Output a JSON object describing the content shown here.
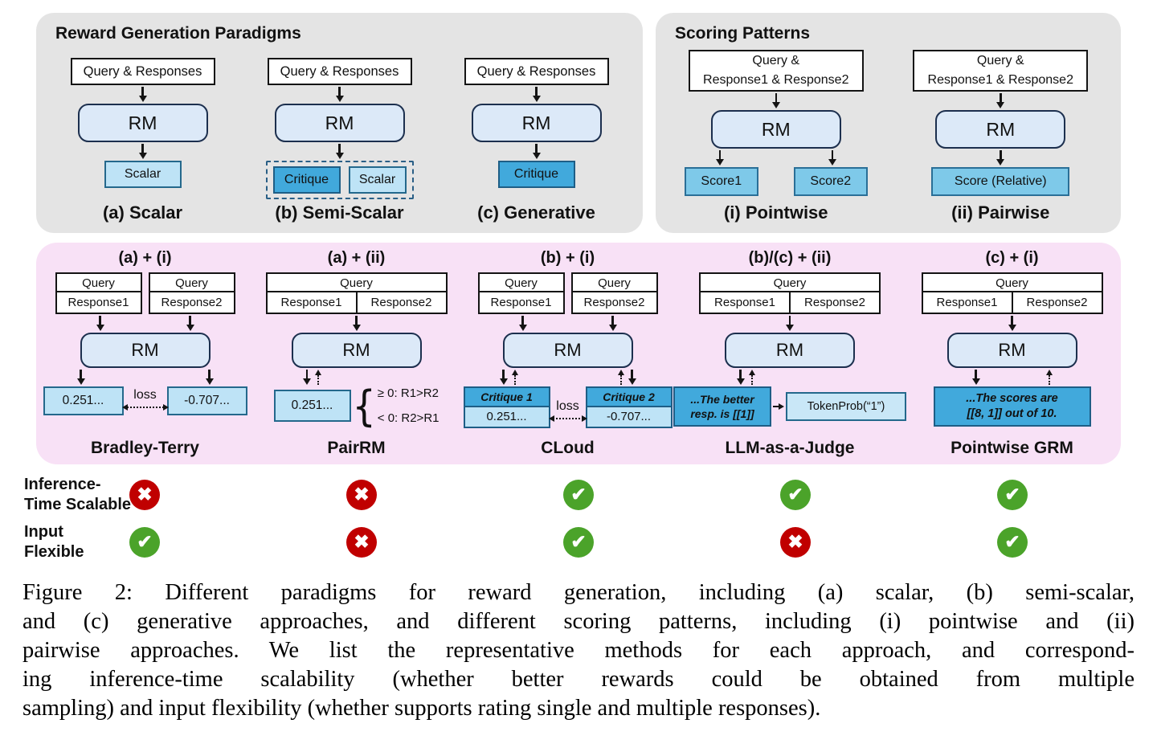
{
  "colors": {
    "panel_gray": "#E4E4E4",
    "panel_pink": "#F8E1F6",
    "rm_fill": "#DCE9F8",
    "rm_border": "#1C2F4E",
    "light_blue_fill": "#BEE3F6",
    "mid_blue_fill": "#7EC9E9",
    "dark_blue_fill": "#41A9DC",
    "blue_border": "#1E5E86",
    "check_green": "#4BA32A",
    "cross_red": "#C00000"
  },
  "paradigms_panel": {
    "title": "Reward Generation Paradigms",
    "items": [
      {
        "input": "Query & Responses",
        "model": "RM",
        "outputs": {
          "scalar": "Scalar"
        },
        "caption": "(a) Scalar"
      },
      {
        "input": "Query & Responses",
        "model": "RM",
        "outputs": {
          "critique": "Critique",
          "scalar": "Scalar"
        },
        "caption": "(b) Semi-Scalar"
      },
      {
        "input": "Query & Responses",
        "model": "RM",
        "outputs": {
          "critique": "Critique"
        },
        "caption": "(c) Generative"
      }
    ]
  },
  "scoring_panel": {
    "title": "Scoring Patterns",
    "items": [
      {
        "input_line1": "Query &",
        "input_line2": "Response1 & Response2",
        "model": "RM",
        "outputs": {
          "score1": "Score1",
          "score2": "Score2"
        },
        "caption": "(i) Pointwise"
      },
      {
        "input_line1": "Query &",
        "input_line2": "Response1 & Response2",
        "model": "RM",
        "outputs": {
          "score": "Score (Relative)"
        },
        "caption": "(ii) Pairwise"
      }
    ]
  },
  "methods_panel": {
    "items": [
      {
        "combo": "(a) + (i)",
        "name": "Bradley-Terry",
        "model": "RM",
        "inputs": {
          "left_query": "Query",
          "left_response": "Response1",
          "right_query": "Query",
          "right_response": "Response2"
        },
        "outputs": {
          "left_value": "0.251...",
          "right_value": "-0.707...",
          "loss_label": "loss"
        }
      },
      {
        "combo": "(a) + (ii)",
        "name": "PairRM",
        "model": "RM",
        "inputs": {
          "query": "Query",
          "response1": "Response1",
          "response2": "Response2"
        },
        "outputs": {
          "value": "0.251...",
          "brace": "{",
          "condition1": "≥ 0: R1>R2",
          "condition2": "< 0: R2>R1"
        }
      },
      {
        "combo": "(b) + (i)",
        "name": "CLoud",
        "model": "RM",
        "inputs": {
          "left_query": "Query",
          "left_response": "Response1",
          "right_query": "Query",
          "right_response": "Response2"
        },
        "outputs": {
          "left_header": "Critique 1",
          "left_value": "0.251...",
          "right_header": "Critique 2",
          "right_value": "-0.707...",
          "loss_label": "loss"
        }
      },
      {
        "combo": "(b)/(c) + (ii)",
        "name": "LLM-as-a-Judge",
        "model": "RM",
        "inputs": {
          "query": "Query",
          "response1": "Response1",
          "response2": "Response2"
        },
        "outputs": {
          "text_line1": "...The better",
          "text_line2": "resp. is [[1]]",
          "token_prob": "TokenProb(“1”)"
        }
      },
      {
        "combo": "(c) + (i)",
        "name": "Pointwise GRM",
        "model": "RM",
        "inputs": {
          "query": "Query",
          "response1": "Response1",
          "response2": "Response2"
        },
        "outputs": {
          "text_line1": "...The scores are",
          "text_line2": "[[8, 1]] out of 10."
        }
      }
    ]
  },
  "matrix": {
    "icons": {
      "yes": "✔",
      "no": "✖"
    },
    "rows": [
      {
        "label_line1": "Inference-",
        "label_line2": "Time Scalable",
        "values": [
          false,
          false,
          true,
          true,
          true
        ]
      },
      {
        "label_line1": "Input",
        "label_line2": "Flexible",
        "values": [
          true,
          false,
          true,
          false,
          true
        ]
      }
    ]
  },
  "caption": {
    "lines": [
      "Figure 2: Different paradigms for reward generation, including (a) scalar, (b) semi-scalar,",
      "and (c) generative approaches, and different scoring patterns, including (i) pointwise and (ii)",
      "pairwise approaches. We list the representative methods for each approach, and correspond-",
      "ing inference-time scalability (whether better rewards could be obtained from multiple",
      "sampling) and input flexibility (whether supports rating single and multiple responses)."
    ]
  }
}
